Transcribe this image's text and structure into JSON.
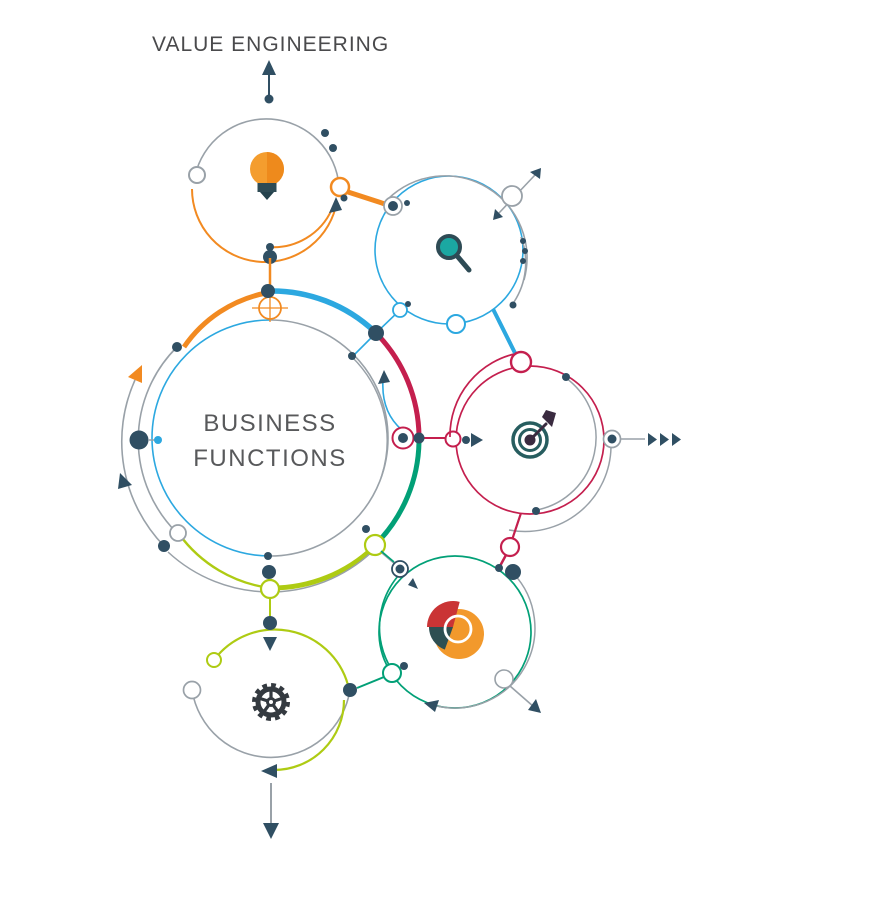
{
  "title": "VALUE ENGINEERING",
  "center": {
    "line1": "BUSINESS",
    "line2": "FUNCTIONS"
  },
  "nodes": [
    {
      "id": "idea",
      "icon": "lightbulb-icon",
      "accent": "#F28A21"
    },
    {
      "id": "search",
      "icon": "magnifier-icon",
      "accent": "#2CA8E0"
    },
    {
      "id": "goal",
      "icon": "target-icon",
      "accent": "#C41F4E"
    },
    {
      "id": "analytics",
      "icon": "pie-chart-icon",
      "accent": "#02A077"
    },
    {
      "id": "process",
      "icon": "gear-icon",
      "accent": "#AECB13"
    }
  ],
  "palette": {
    "orange": "#F28A21",
    "blue": "#2CA8E0",
    "crimson": "#C41F4E",
    "emerald": "#02A077",
    "lime": "#AECB13",
    "slate": "#304F63",
    "gray": "#99A1A8",
    "teal": "#1BA8A2",
    "icondark": "#2E4B55",
    "iconteal": "#275D5F",
    "plum": "#3A2B40",
    "gear": "#343A40",
    "iconorange": "#F2992C",
    "iconred": "#CA3435",
    "iconslate": "#2E4F52",
    "textcol": "#58595B",
    "titlecol": "#4A4A4C"
  }
}
